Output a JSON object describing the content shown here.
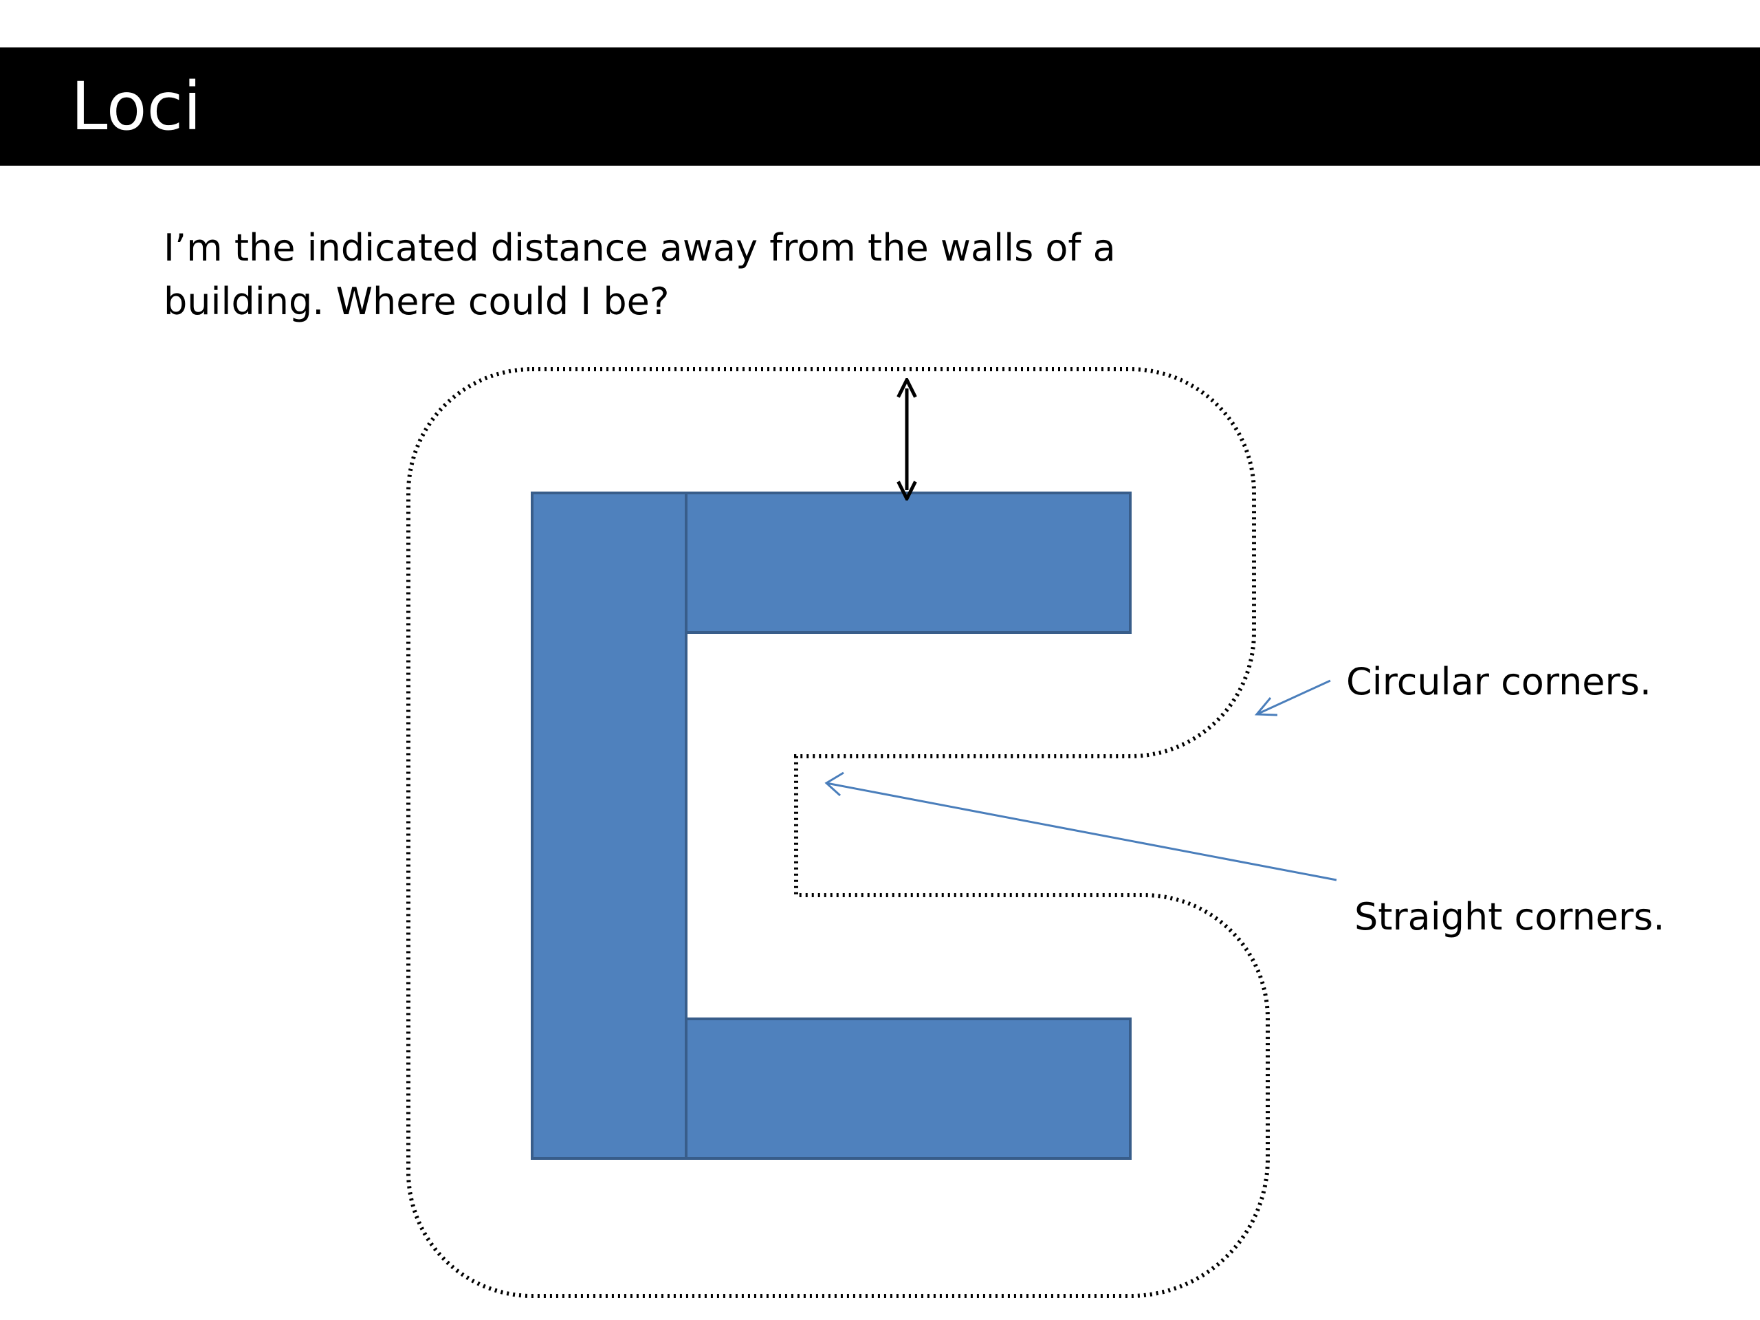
{
  "slide": {
    "title": "Loci",
    "prompt_lines": [
      "I’m the indicated distance away from the walls of a",
      "building. Where could I be?"
    ]
  },
  "annotations": {
    "circular": "Circular corners.",
    "straight": "Straight corners."
  },
  "colors": {
    "title_bar": "#000000",
    "title_text": "#ffffff",
    "building_fill": "#4f81bd",
    "building_stroke": "#385d8a",
    "locus_stroke": "#000000",
    "pointer_stroke": "#4a7ebb"
  }
}
